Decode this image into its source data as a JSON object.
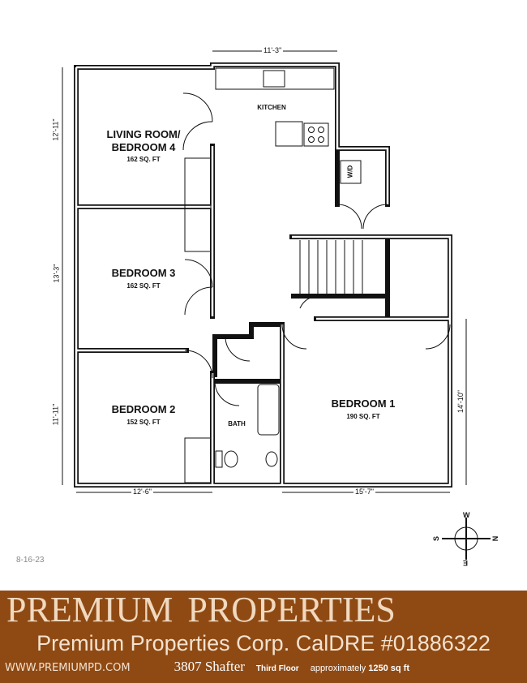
{
  "rooms": {
    "kitchen": {
      "name": "KITCHEN"
    },
    "living": {
      "name_line1": "LIVING ROOM/",
      "name_line2": "BEDROOM 4",
      "area": "162 SQ. FT"
    },
    "bedroom3": {
      "name": "BEDROOM 3",
      "area": "162 SQ. FT"
    },
    "bedroom2": {
      "name": "BEDROOM 2",
      "area": "152 SQ. FT"
    },
    "bath": {
      "name": "BATH"
    },
    "bedroom1": {
      "name": "BEDROOM 1",
      "area": "190 SQ. FT"
    },
    "laundry": {
      "name": "W/D"
    }
  },
  "dimensions": {
    "top": "11'-3\"",
    "left_top": "12'-11\"",
    "left_mid": "13'-3\"",
    "left_bottom": "11'-11\"",
    "bottom_left": "12'-6\"",
    "bottom_right": "15'-7\"",
    "right": "14'-10\""
  },
  "compass": {
    "top": "W",
    "right": "N",
    "bottom": "E",
    "left": "S"
  },
  "date": "8-16-23",
  "footer": {
    "logo_line1": "PREMIUM",
    "logo_line2": "PROPERTIES",
    "corp": "Premium Properties Corp. CalDRE #01886322",
    "website": "WWW.PREMIUMPD.COM",
    "address": "3807 Shafter",
    "floor": "Third Floor",
    "approx_prefix": "approximately",
    "approx_area": "1250 sq ft",
    "background": "#8f4a14"
  }
}
